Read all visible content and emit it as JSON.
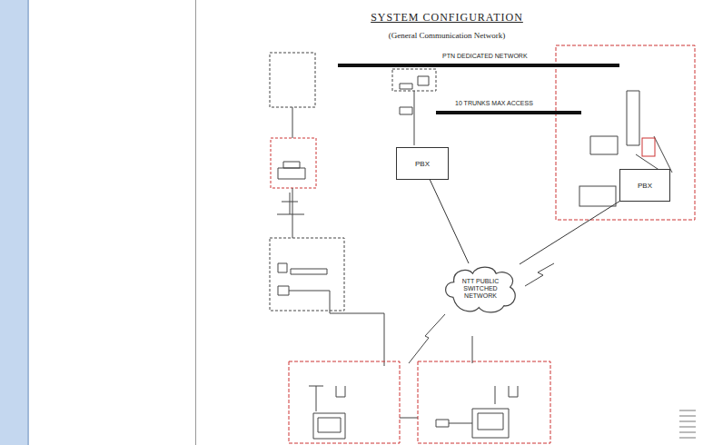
{
  "diagram": {
    "title": "SYSTEM CONFIGURATION",
    "caption": "(General Communication Network)",
    "nodes": [
      {
        "text": [
          "PBX"
        ]
      },
      {
        "text": [
          "PBX"
        ]
      },
      {
        "text": [
          "NTT PUBLIC SWITCHED NETWORK"
        ]
      }
    ],
    "edges": [
      {
        "from": 0,
        "to": 2,
        "arrow": "none"
      },
      {
        "from": 1,
        "to": 2,
        "arrow": "none"
      }
    ],
    "labels": [
      "PTN DEDICATED NETWORK",
      "10 TRUNKS MAX ACCESS"
    ]
  }
}
